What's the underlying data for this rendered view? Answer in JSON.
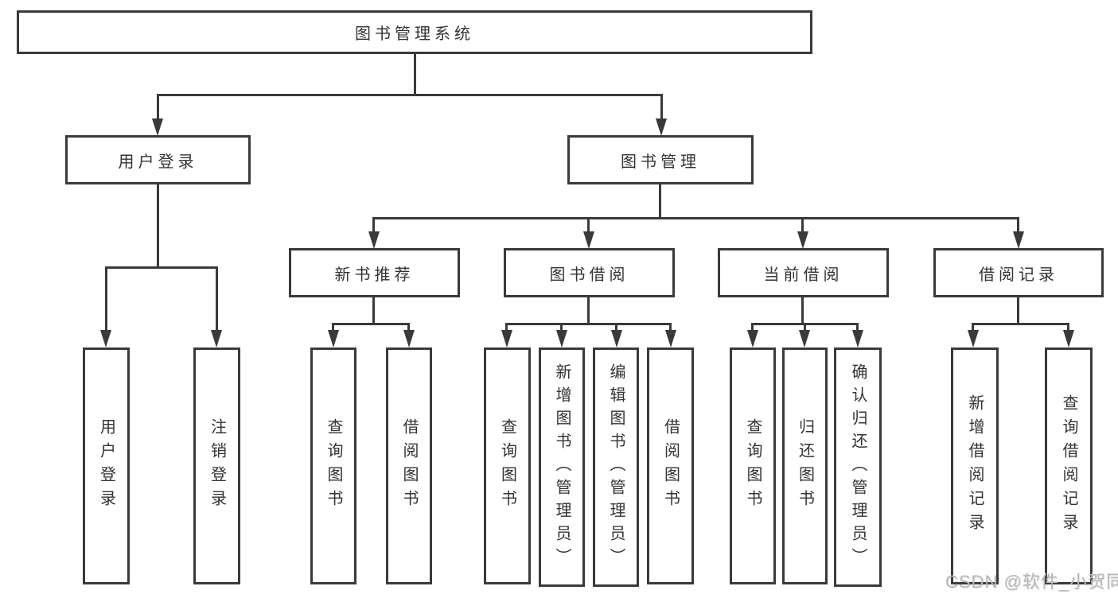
{
  "tree": {
    "root": {
      "label": "图书管理系统"
    },
    "level2": [
      {
        "label": "用户登录",
        "leaves": [
          {
            "label": "用户登录"
          },
          {
            "label": "注销登录"
          }
        ]
      },
      {
        "label": "图书管理",
        "groups": [
          {
            "label": "新书推荐",
            "leaves": [
              {
                "label": "查询图书"
              },
              {
                "label": "借阅图书"
              }
            ]
          },
          {
            "label": "图书借阅",
            "leaves": [
              {
                "label": "查询图书"
              },
              {
                "label": "新增图书（管理员）"
              },
              {
                "label": "编辑图书（管理员）"
              },
              {
                "label": "借阅图书"
              }
            ]
          },
          {
            "label": "当前借阅",
            "leaves": [
              {
                "label": "查询图书"
              },
              {
                "label": "归还图书"
              },
              {
                "label": "确认归还（管理员）"
              }
            ]
          },
          {
            "label": "借阅记录",
            "leaves": [
              {
                "label": "新增借阅记录"
              },
              {
                "label": "查询借阅记录"
              }
            ]
          }
        ]
      }
    ]
  },
  "watermark": {
    "text": "CSDN @软件_小贺同学"
  },
  "colors": {
    "line": "#3a3a3a",
    "text": "#333333",
    "background": "#ffffff",
    "watermark": "#b8b8b8"
  }
}
